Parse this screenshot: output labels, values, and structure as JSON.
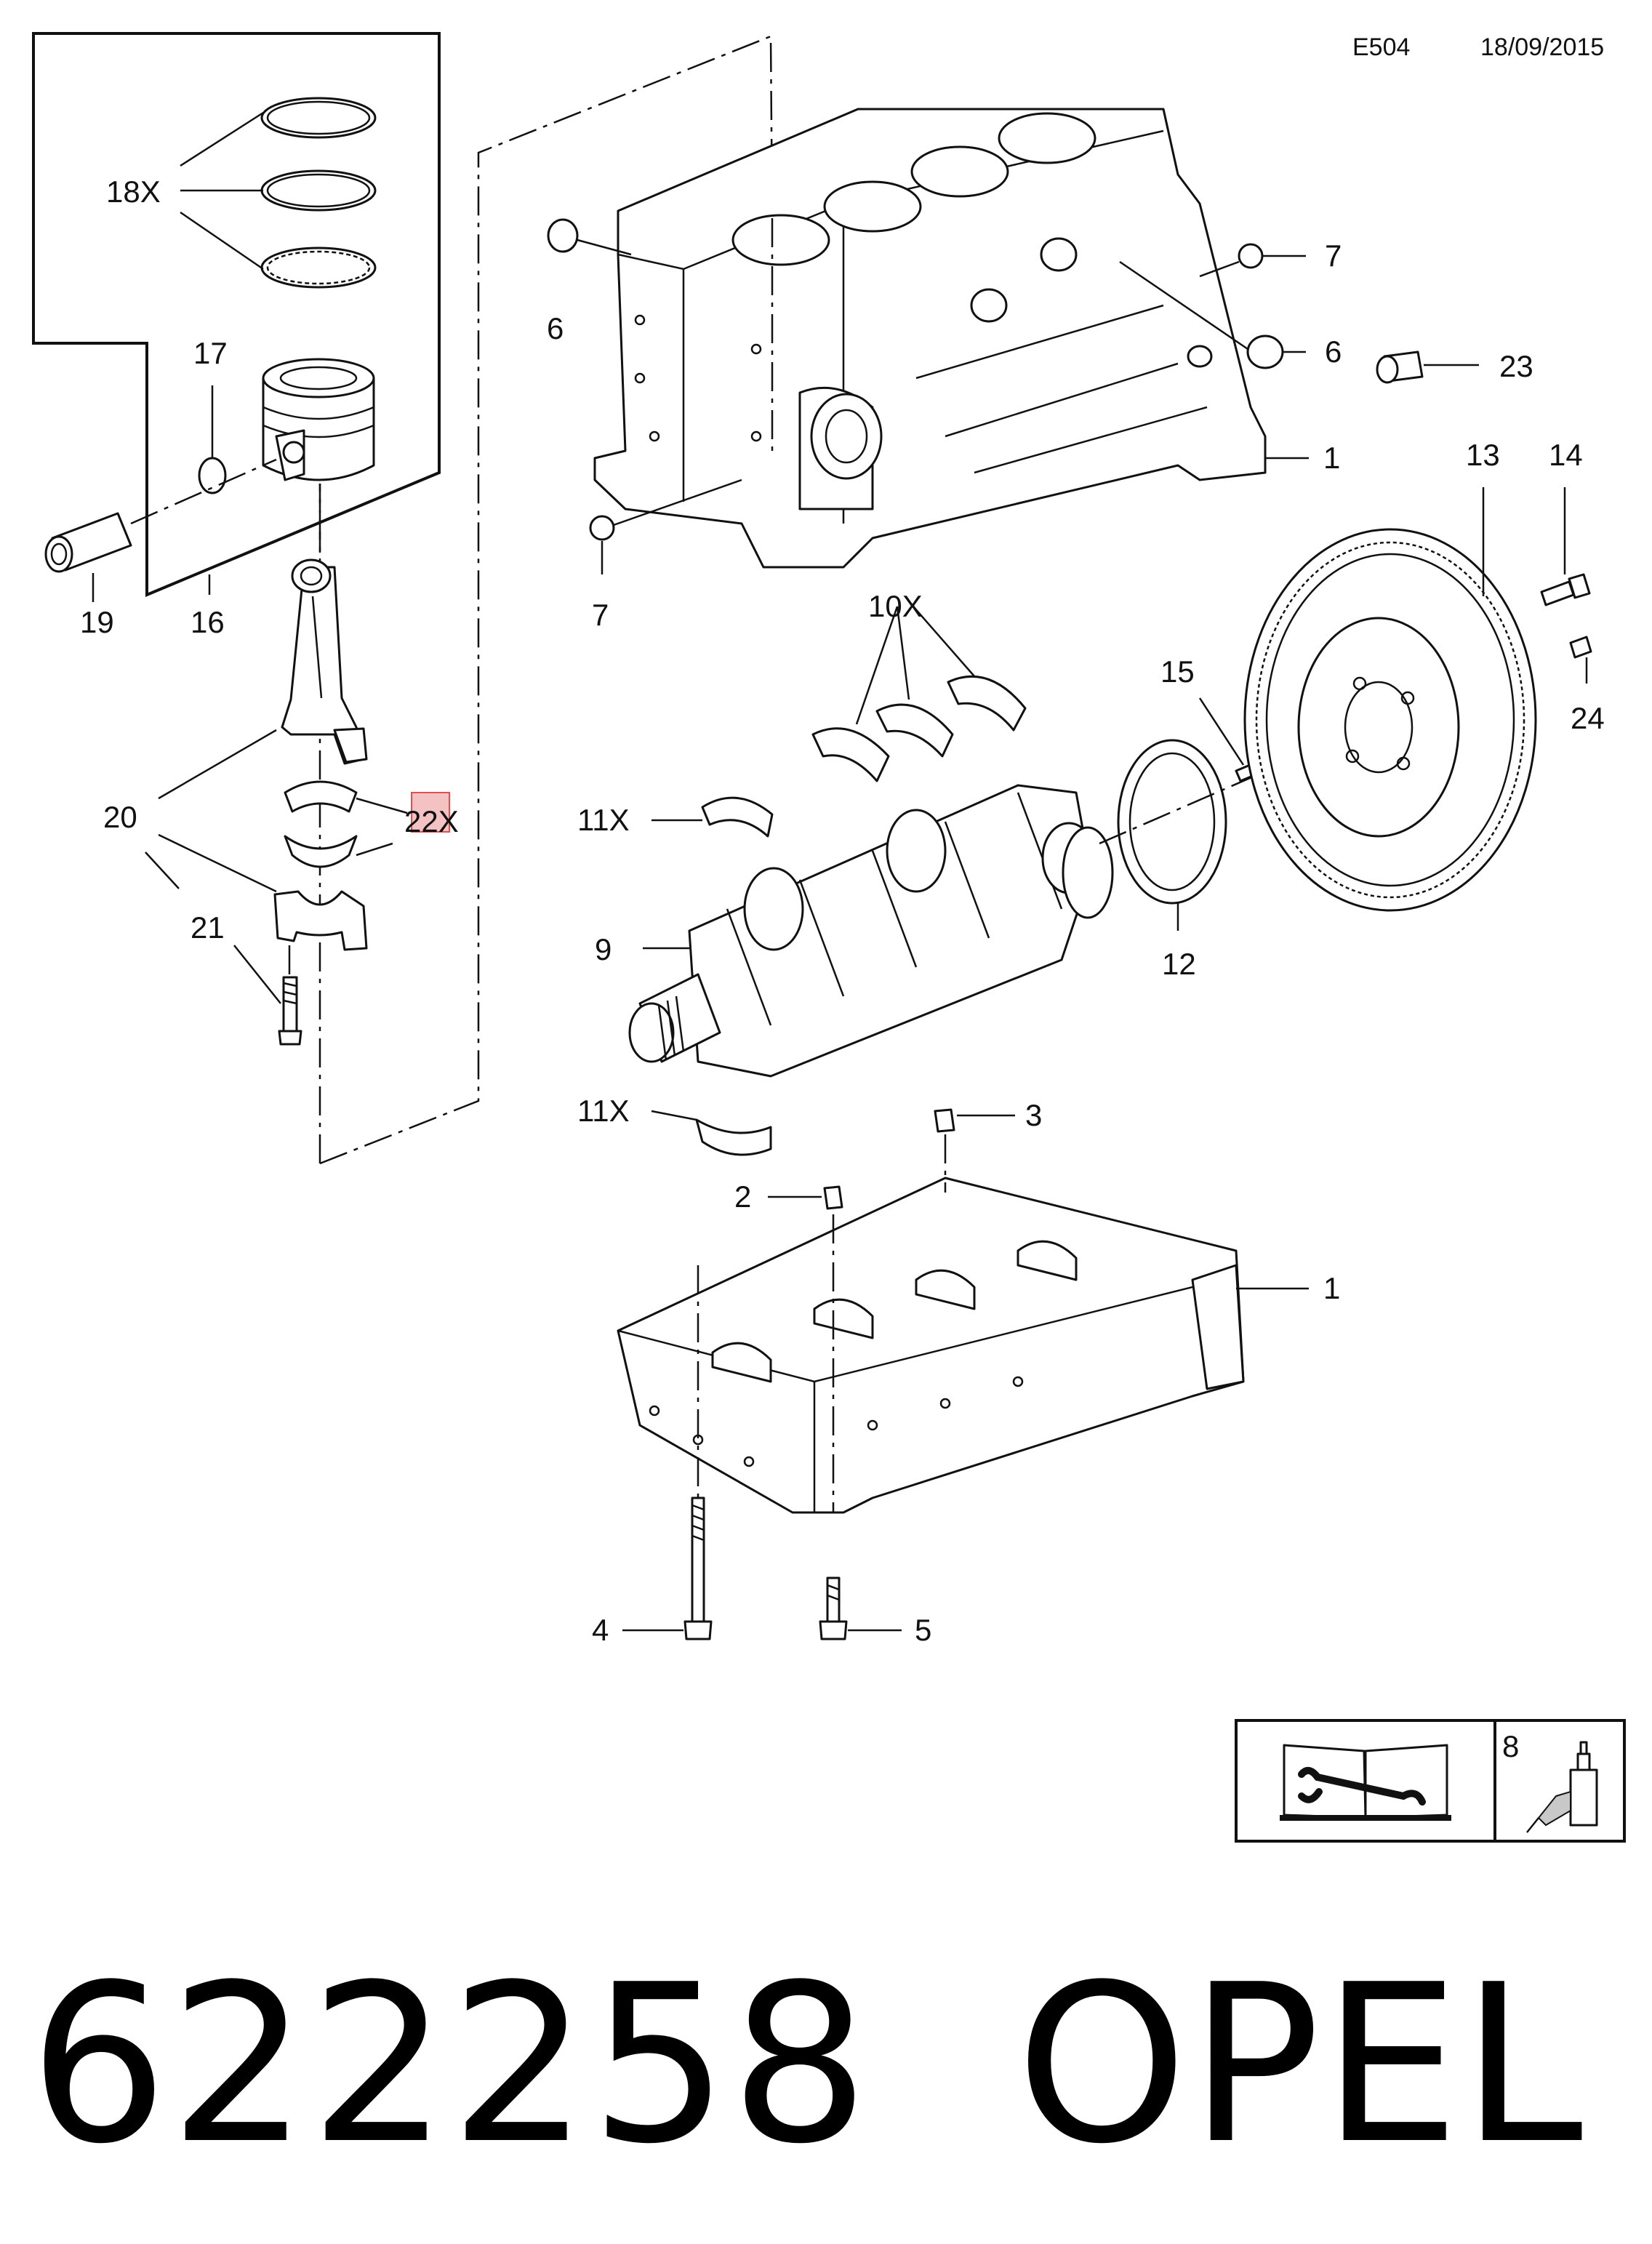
{
  "header": {
    "code": "E504",
    "date": "18/09/2015"
  },
  "callouts": {
    "c18x": "18X",
    "c17": "17",
    "c19": "19",
    "c16": "16",
    "c20": "20",
    "c21": "21",
    "c22x": "22X",
    "c6a": "6",
    "c7a": "7",
    "c6b": "6",
    "c23": "23",
    "c1a": "1",
    "c7b": "7",
    "c10x": "10X",
    "c11xa": "11X",
    "c9": "9",
    "c11xb": "11X",
    "c15": "15",
    "c13": "13",
    "c14": "14",
    "c24": "24",
    "c12": "12",
    "c3": "3",
    "c2": "2",
    "c1b": "1",
    "c4": "4",
    "c5": "5",
    "c8": "8"
  },
  "legend_box": {
    "book_icon": "repair-manual-icon",
    "sealant_icon": "sealant-tube-icon"
  },
  "highlight_color": "#e05050",
  "footer": {
    "part_number": "622258",
    "brand": "OPEL"
  }
}
